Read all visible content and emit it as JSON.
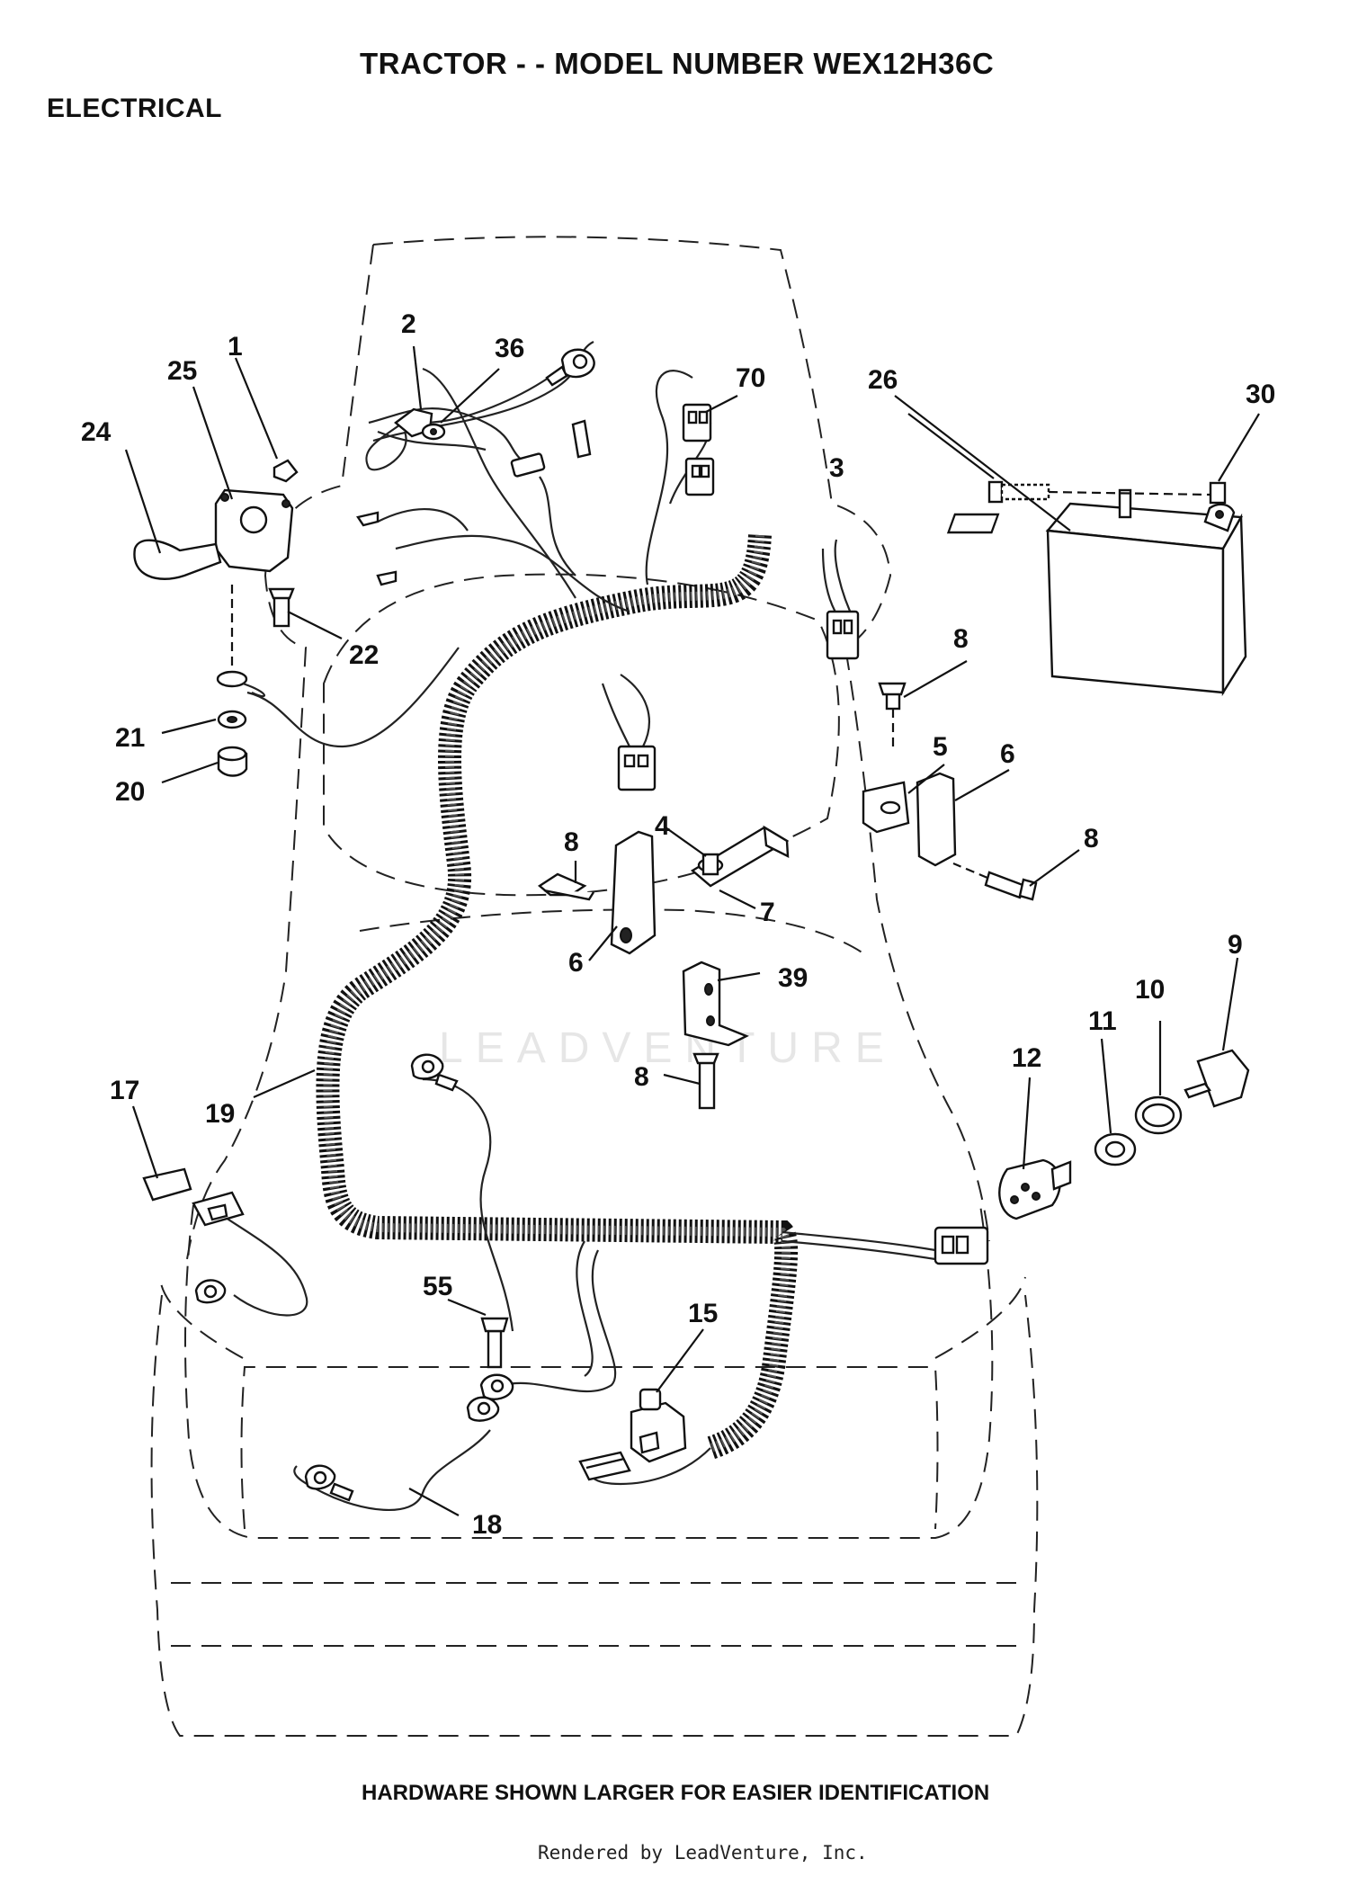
{
  "header": {
    "title": "TRACTOR - - MODEL NUMBER WEX12H36C",
    "section": "ELECTRICAL"
  },
  "watermark": "LEADVENTURE",
  "callouts": [
    {
      "id": "p1",
      "label": "1"
    },
    {
      "id": "p2",
      "label": "2"
    },
    {
      "id": "p3",
      "label": "3"
    },
    {
      "id": "p4",
      "label": "4"
    },
    {
      "id": "p5",
      "label": "5"
    },
    {
      "id": "p6a",
      "label": "6"
    },
    {
      "id": "p6b",
      "label": "6"
    },
    {
      "id": "p7",
      "label": "7"
    },
    {
      "id": "p8a",
      "label": "8"
    },
    {
      "id": "p8b",
      "label": "8"
    },
    {
      "id": "p8c",
      "label": "8"
    },
    {
      "id": "p8d",
      "label": "8"
    },
    {
      "id": "p9",
      "label": "9"
    },
    {
      "id": "p10",
      "label": "10"
    },
    {
      "id": "p11",
      "label": "11"
    },
    {
      "id": "p12",
      "label": "12"
    },
    {
      "id": "p15",
      "label": "15"
    },
    {
      "id": "p17",
      "label": "17"
    },
    {
      "id": "p18",
      "label": "18"
    },
    {
      "id": "p19",
      "label": "19"
    },
    {
      "id": "p20",
      "label": "20"
    },
    {
      "id": "p21",
      "label": "21"
    },
    {
      "id": "p22",
      "label": "22"
    },
    {
      "id": "p24",
      "label": "24"
    },
    {
      "id": "p25",
      "label": "25"
    },
    {
      "id": "p26",
      "label": "26"
    },
    {
      "id": "p30",
      "label": "30"
    },
    {
      "id": "p36",
      "label": "36"
    },
    {
      "id": "p39",
      "label": "39"
    },
    {
      "id": "p55",
      "label": "55"
    },
    {
      "id": "p70",
      "label": "70"
    }
  ],
  "footer": {
    "note": "HARDWARE SHOWN LARGER FOR EASIER IDENTIFICATION",
    "credit": "Rendered by LeadVenture, Inc."
  }
}
